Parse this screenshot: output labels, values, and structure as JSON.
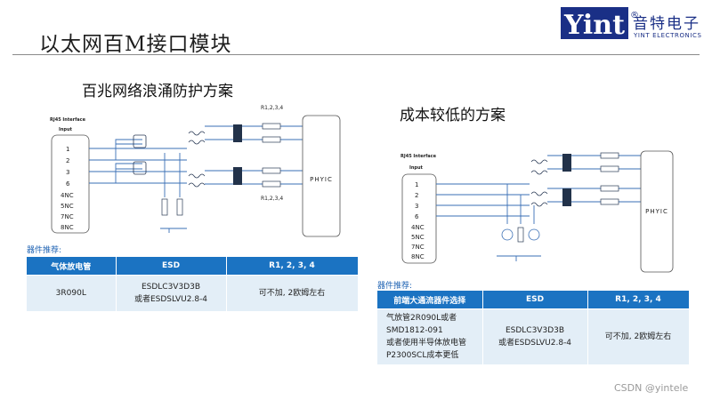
{
  "page": {
    "title": "以太网百M接口模块",
    "watermark": "CSDN @yintele"
  },
  "logo": {
    "mark": "Yint",
    "name": "音特电子",
    "subtitle": "YINT ELECTRONICS",
    "registered": "®"
  },
  "left": {
    "heading": "百兆网络浪涌防护方案",
    "rj45_title": "RJ45 Interface",
    "rj45_input": "Input",
    "pins": [
      "1",
      "2",
      "3",
      "6",
      "4NC",
      "5NC",
      "7NC",
      "8NC"
    ],
    "resistor_label": "R1,2,3,4",
    "phy_label": "PHYIC",
    "recommend_label": "器件推荐:",
    "table": {
      "headers": [
        "气体放电管",
        "ESD",
        "R1, 2, 3, 4"
      ],
      "row": [
        [
          "3R090L"
        ],
        [
          "ESDLC3V3D3B",
          "或者ESDSLVU2.8-4"
        ],
        [
          "可不加, 2欧姆左右"
        ]
      ]
    }
  },
  "right": {
    "heading": "成本较低的方案",
    "rj45_title": "RJ45 Interface",
    "rj45_input": "Input",
    "pins": [
      "1",
      "2",
      "3",
      "6",
      "4NC",
      "5NC",
      "7NC",
      "8NC"
    ],
    "phy_label": "PHYIC",
    "recommend_label": "器件推荐:",
    "table": {
      "headers": [
        "前端大通流器件选择",
        "ESD",
        "R1, 2, 3, 4"
      ],
      "row": [
        [
          "气放管2R090L或者",
          "SMD1812-091",
          "或者使用半导体放电管",
          "P2300SCL成本更低"
        ],
        [
          "ESDLC3V3D3B",
          "或者ESDSLVU2.8-4"
        ],
        [
          "可不加, 2欧姆左右"
        ]
      ]
    }
  },
  "colors": {
    "wire": "#3a6fb5",
    "component": "#2a3a55",
    "table_header": "#1b73c2",
    "table_body": "#e3eef7",
    "accent_text": "#1f63b3",
    "logo": "#1a2f86"
  }
}
